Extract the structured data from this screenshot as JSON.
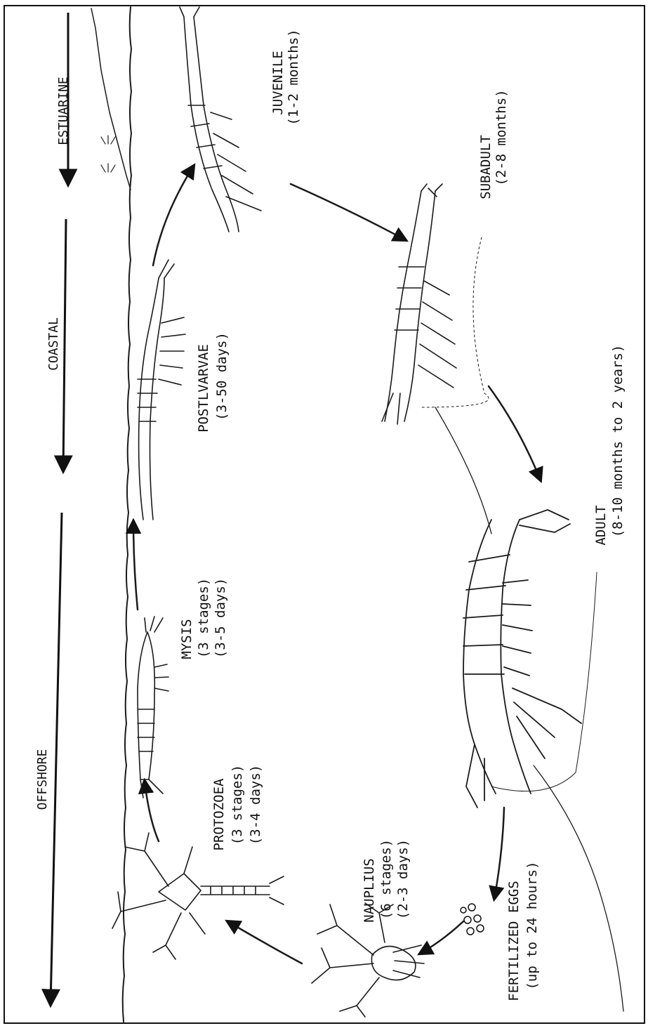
{
  "zones": {
    "offshore": "OFFSHORE",
    "coastal": "COASTAL",
    "estuarine": "ESTUARINE"
  },
  "stages": {
    "eggs": {
      "name": "FERTILIZED EGGS",
      "detail": "(up to 24 hours)"
    },
    "nauplius": {
      "name": "NAUPLIUS",
      "detail1": "(6 stages)",
      "detail2": "(2-3 days)"
    },
    "protozoea": {
      "name": "PROTOZOEA",
      "detail1": "(3 stages)",
      "detail2": "(3-4 days)"
    },
    "mysis": {
      "name": "MYSIS",
      "detail1": "(3 stages)",
      "detail2": "(3-5 days)"
    },
    "postlarvae": {
      "name": "POSTLVARVAE",
      "detail1": "(3-50 days)"
    },
    "juvenile": {
      "name": "JUVENILE",
      "detail1": "(1-2 months)"
    },
    "subadult": {
      "name": "SUBADULT",
      "detail1": "(2-8 months)"
    },
    "adult": {
      "name": "ADULT",
      "detail1": "(8-10 months to 2 years)"
    }
  }
}
